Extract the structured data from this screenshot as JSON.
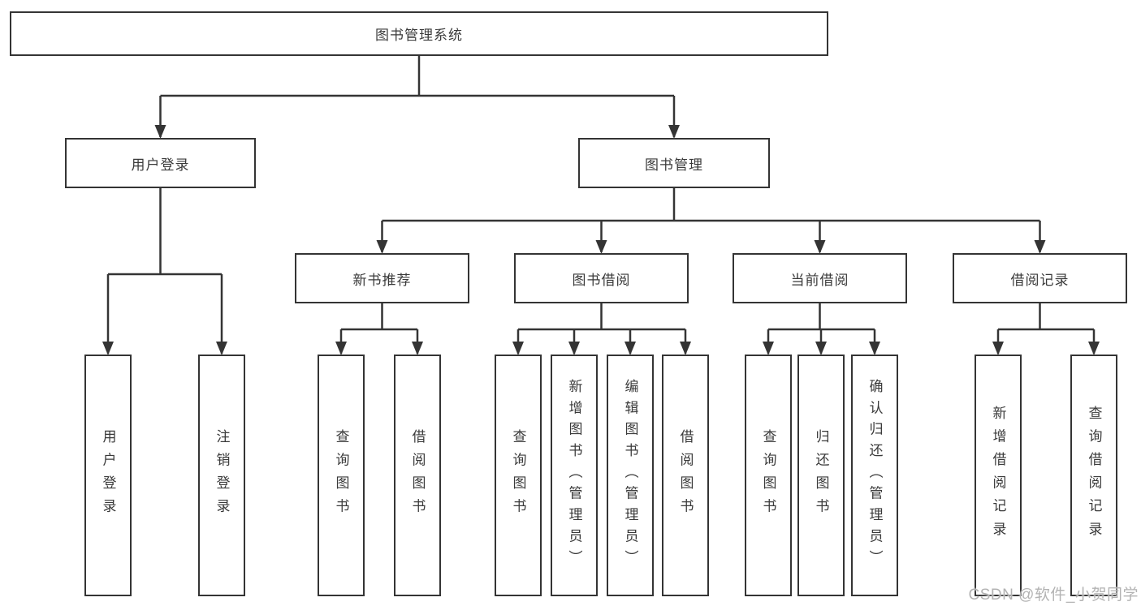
{
  "diagram": {
    "title": "图书管理系统",
    "colors": {
      "line": "#343434",
      "box_border": "#343434",
      "text": "#3a3a3a",
      "watermark": "#b3b3b3",
      "background": "#ffffff"
    },
    "tree": {
      "root": {
        "label": "图书管理系统",
        "children": [
          {
            "label": "用户登录",
            "children": [
              {
                "label": "用户登录"
              },
              {
                "label": "注销登录"
              }
            ]
          },
          {
            "label": "图书管理",
            "children": [
              {
                "label": "新书推荐",
                "children": [
                  {
                    "label": "查询图书"
                  },
                  {
                    "label": "借阅图书"
                  }
                ]
              },
              {
                "label": "图书借阅",
                "children": [
                  {
                    "label": "查询图书"
                  },
                  {
                    "label": "新增图书（管理员）"
                  },
                  {
                    "label": "编辑图书（管理员）"
                  },
                  {
                    "label": "借阅图书"
                  }
                ]
              },
              {
                "label": "当前借阅",
                "children": [
                  {
                    "label": "查询图书"
                  },
                  {
                    "label": "归还图书"
                  },
                  {
                    "label": "确认归还（管理员）"
                  }
                ]
              },
              {
                "label": "借阅记录",
                "children": [
                  {
                    "label": "新增借阅记录"
                  },
                  {
                    "label": "查询借阅记录"
                  }
                ]
              }
            ]
          }
        ]
      }
    }
  },
  "watermark": {
    "text": "CSDN @软件_小贺同学"
  }
}
